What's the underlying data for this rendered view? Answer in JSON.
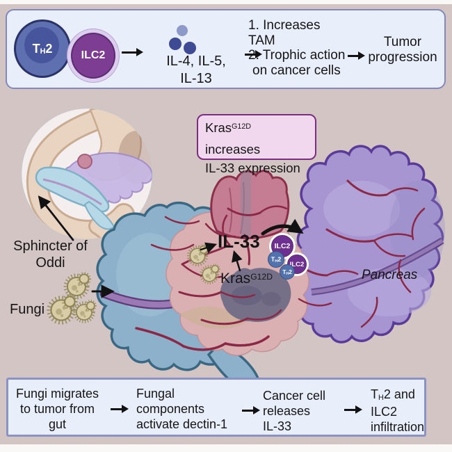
{
  "colors": {
    "background": "#d3c5c4",
    "panel_bg": "#e9eefb",
    "panel_border": "#8287bc",
    "kras_box_bg": "#f1d8ee",
    "kras_box_border": "#7b2d7f",
    "th2_cell": "#5e70b0",
    "ilc2_cell": "#7c3d92",
    "pancreas": "#a695d1",
    "duodenum": "#8db1cb",
    "tumor": "#dab0b2",
    "vessel": "#8b2846",
    "fungus": "#d8cda6",
    "arrow": "#121212"
  },
  "top_panel": {
    "th2": {
      "pre": "T",
      "sub": "H",
      "post": "2"
    },
    "ilc2_label": "ILC2",
    "cytokines": {
      "line1": "IL-4, IL-5,",
      "line2": "IL-13"
    },
    "effects": {
      "line1": "1. Increases",
      "line2": "TAM",
      "line3": "2. Trophic action",
      "line4": "on cancer cells"
    },
    "outcome": {
      "line1": "Tumor",
      "line2": "progression"
    }
  },
  "annotations": {
    "kras_box": {
      "gene": "Kras",
      "mut": "G12D",
      "tail": " increases",
      "line2": "IL-33 expression"
    },
    "sphincter": {
      "line1": "Sphincter of",
      "line2": "Oddi"
    },
    "fungi_label": "Fungi",
    "il33": "IL-33",
    "kras": {
      "gene": "Kras",
      "mut": "G12D"
    },
    "pancreas": "Pancreas",
    "cells": {
      "ilc2": "ILC2",
      "th2_pre": "T",
      "th2_sub": "H",
      "th2_post": "2"
    }
  },
  "bottom_panel": {
    "step1": {
      "line1": "Fungi migrates",
      "line2": "to tumor from",
      "line3": "gut"
    },
    "step2": {
      "line1": "Fungal",
      "line2": "components",
      "line3": "activate dectin-1"
    },
    "step3": {
      "line1": "Cancer cell",
      "line2": "releases",
      "line3": "IL-33"
    },
    "step4": {
      "pre": "T",
      "sub": "H",
      "post": "2 and",
      "line2": "ILC2",
      "line3": "infiltration"
    }
  }
}
